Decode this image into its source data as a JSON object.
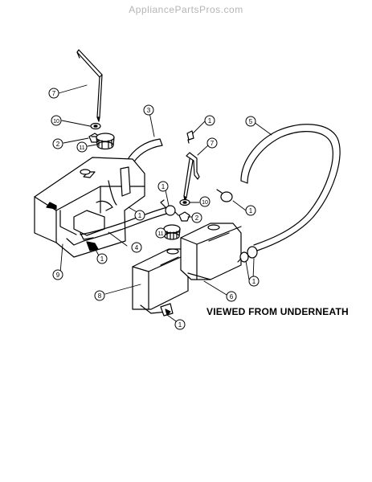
{
  "header": {
    "watermark": "AppliancePartsPros.com"
  },
  "diagram": {
    "caption": "VIEWED FROM UNDERNEATH",
    "callouts": [
      {
        "id": "c7a",
        "label": "7"
      },
      {
        "id": "c10a",
        "label": "10"
      },
      {
        "id": "c2a",
        "label": "2"
      },
      {
        "id": "c11a",
        "label": "11"
      },
      {
        "id": "c3",
        "label": "3"
      },
      {
        "id": "c1a",
        "label": "1"
      },
      {
        "id": "c7b",
        "label": "7"
      },
      {
        "id": "c5",
        "label": "5"
      },
      {
        "id": "c1b",
        "label": "1"
      },
      {
        "id": "c10b",
        "label": "10"
      },
      {
        "id": "c1c",
        "label": "1"
      },
      {
        "id": "c1d",
        "label": "1"
      },
      {
        "id": "c2b",
        "label": "2"
      },
      {
        "id": "c11b",
        "label": "11"
      },
      {
        "id": "c4",
        "label": "4"
      },
      {
        "id": "c1e",
        "label": "1"
      },
      {
        "id": "c9",
        "label": "9"
      },
      {
        "id": "c8",
        "label": "8"
      },
      {
        "id": "c6",
        "label": "6"
      },
      {
        "id": "c1f",
        "label": "1"
      },
      {
        "id": "c1g",
        "label": "1"
      }
    ]
  }
}
